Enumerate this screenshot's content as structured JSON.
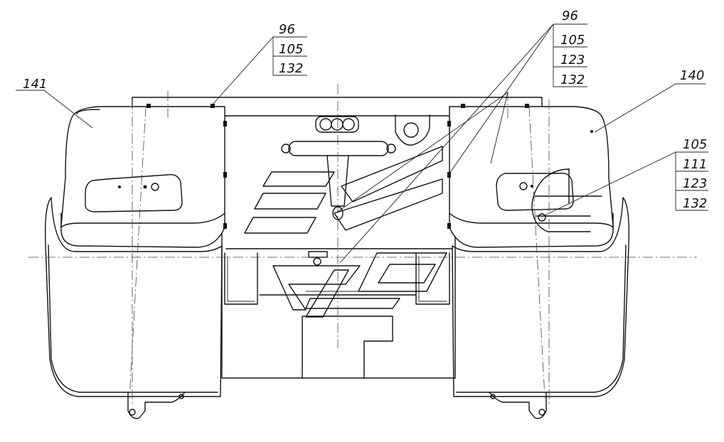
{
  "callouts": {
    "left_box": {
      "label": "141"
    },
    "right_box": {
      "label": "140"
    },
    "group_left": {
      "labels": [
        "96",
        "105",
        "132"
      ]
    },
    "group_center": {
      "labels": [
        "96",
        "105",
        "123",
        "132"
      ]
    },
    "group_right": {
      "labels": [
        "105",
        "111",
        "123",
        "132"
      ]
    }
  },
  "colors": {
    "ink": "#111111",
    "paper": "#ffffff"
  }
}
